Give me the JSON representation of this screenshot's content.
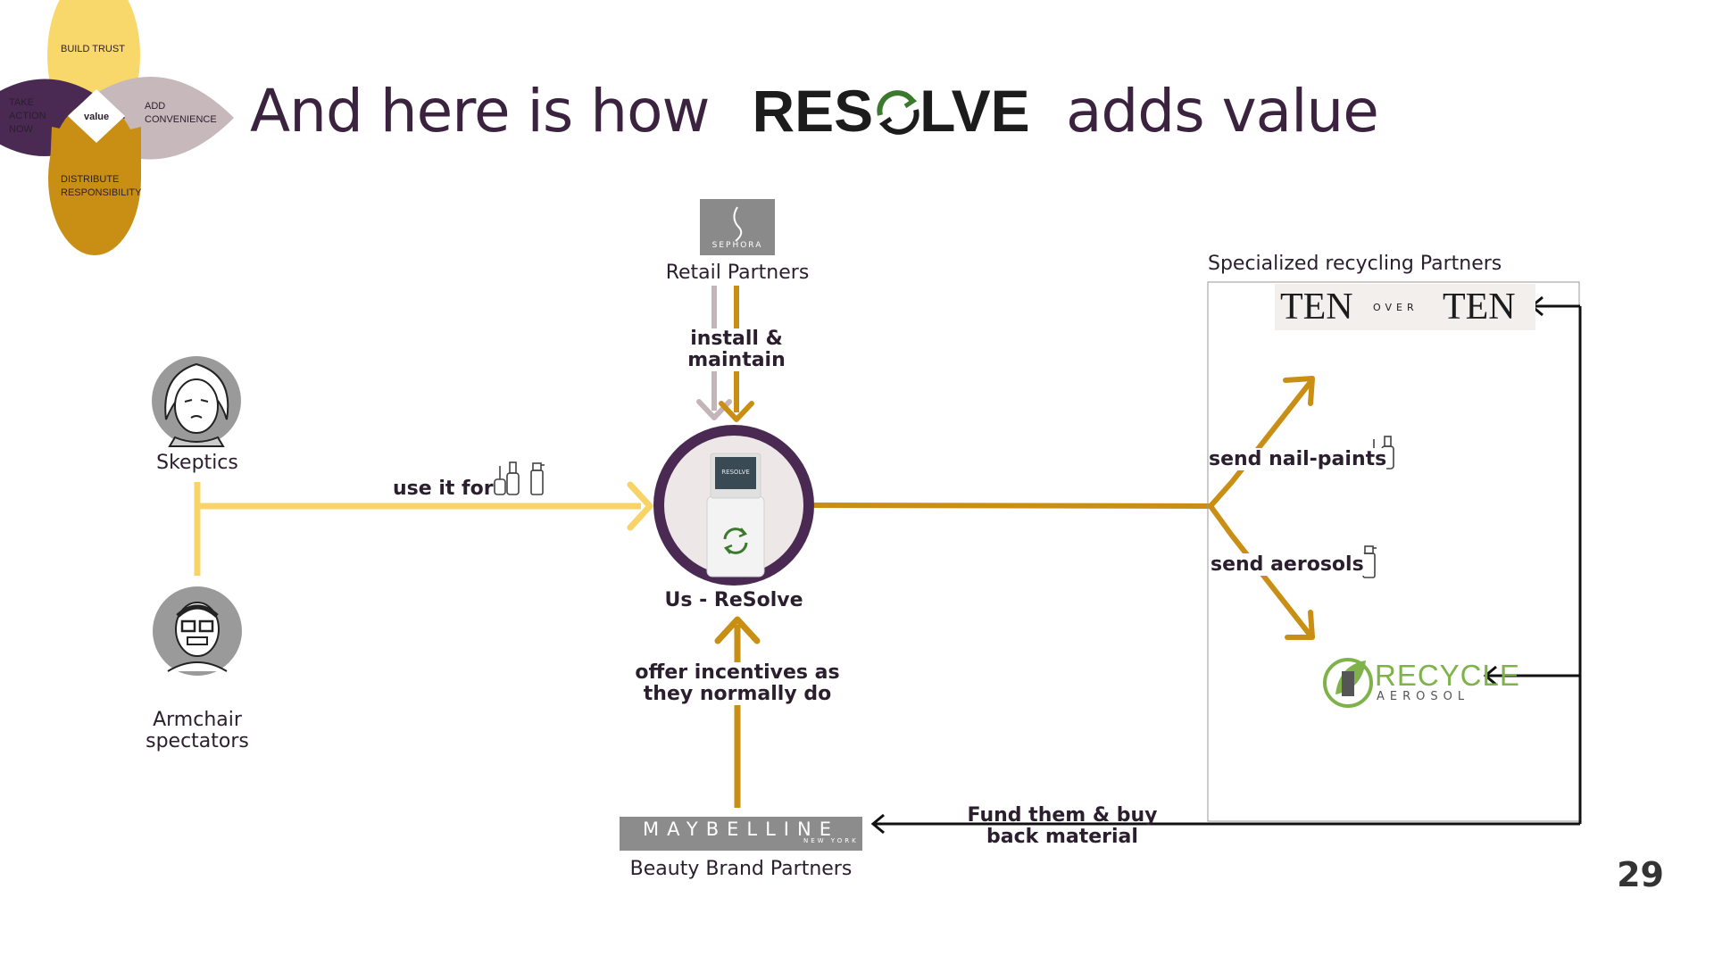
{
  "slide": {
    "title_before": "And here is how",
    "brand_left": "RES",
    "brand_right": "LVE",
    "title_after": "adds value",
    "page_number": "29"
  },
  "value_model": {
    "top": "BUILD TRUST",
    "left": "TAKE ACTION NOW",
    "center": "value",
    "right": "ADD CONVENIENCE",
    "bottom": "DISTRIBUTE RESPONSIBILITY"
  },
  "nodes": {
    "skeptics": "Skeptics",
    "armchair_line1": "Armchair",
    "armchair_line2": "spectators",
    "retail": "Retail Partners",
    "sephora_logo": "SEPHORA",
    "resolve": "Us - ReSolve",
    "kiosk_screen": "RESOLVE",
    "beauty": "Beauty Brand Partners",
    "maybelline_logo": "MAYBELLINE",
    "maybelline_sub": "NEW YORK",
    "recycling_header": "Specialized recycling Partners",
    "tenover_left": "TEN",
    "tenover_mid": "OVER",
    "tenover_right": "TEN",
    "recycle_top": "RECYCLE",
    "recycle_bottom": "AEROSOL"
  },
  "edges": {
    "use_it_for": "use it for",
    "install_line1": "install &",
    "install_line2": "maintain",
    "incentives_line1": "offer incentives as",
    "incentives_line2": "they normally do",
    "send_nail": "send nail-paints",
    "send_aerosols": "send aerosols",
    "fund_line1": "Fund them & buy",
    "fund_line2": "back material"
  },
  "colors": {
    "gold": "#c98f14",
    "light_yellow": "#f8d468",
    "purple": "#4a2a52",
    "mauve": "#c4b5b8",
    "green": "#3b7a2e",
    "recycle_green": "#7fb24a"
  }
}
